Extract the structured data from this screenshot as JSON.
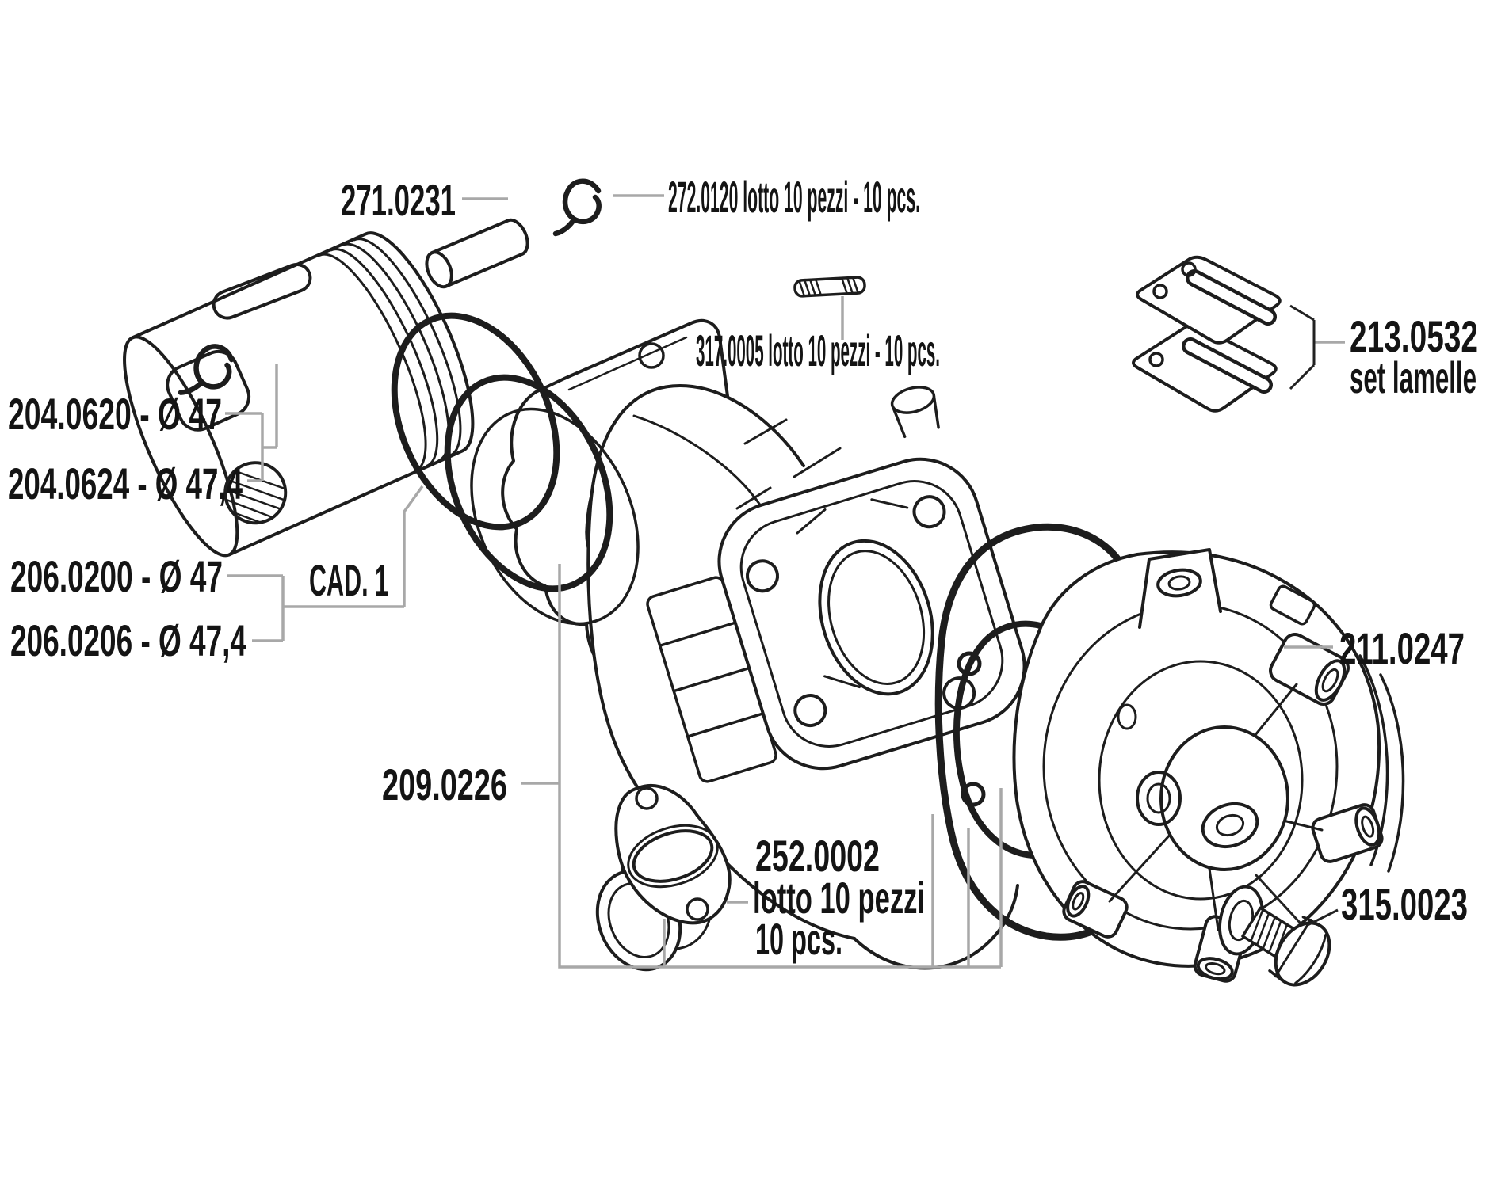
{
  "colors": {
    "background": "#ffffff",
    "line_art": "#1d1d1d",
    "leader_line": "#a8a8a8",
    "label_text": "#141414"
  },
  "labels": {
    "piston_pin": "271.0231",
    "pin_circlips": "272.0120 lotto 10 pezzi - 10 pcs.",
    "stud_kit": "317.0005 lotto 10 pezzi - 10 pcs.",
    "reed_set_code": "213.0532",
    "reed_set_name": "set lamelle",
    "piston_d47": "204.0620 - Ø 47",
    "piston_d474": "204.0624 - Ø 47,4",
    "rings_d47": "206.0200 - Ø 47",
    "rings_d474": "206.0206 - Ø 47,4",
    "rings_group": "CAD. 1",
    "gasket_set": "209.0226",
    "exhaust_gasket_code": "252.0002",
    "exhaust_gasket_qty_it": "lotto 10 pezzi",
    "exhaust_gasket_qty_en": "10 pcs.",
    "cylinder_head": "211.0247",
    "head_bolt": "315.0023"
  }
}
